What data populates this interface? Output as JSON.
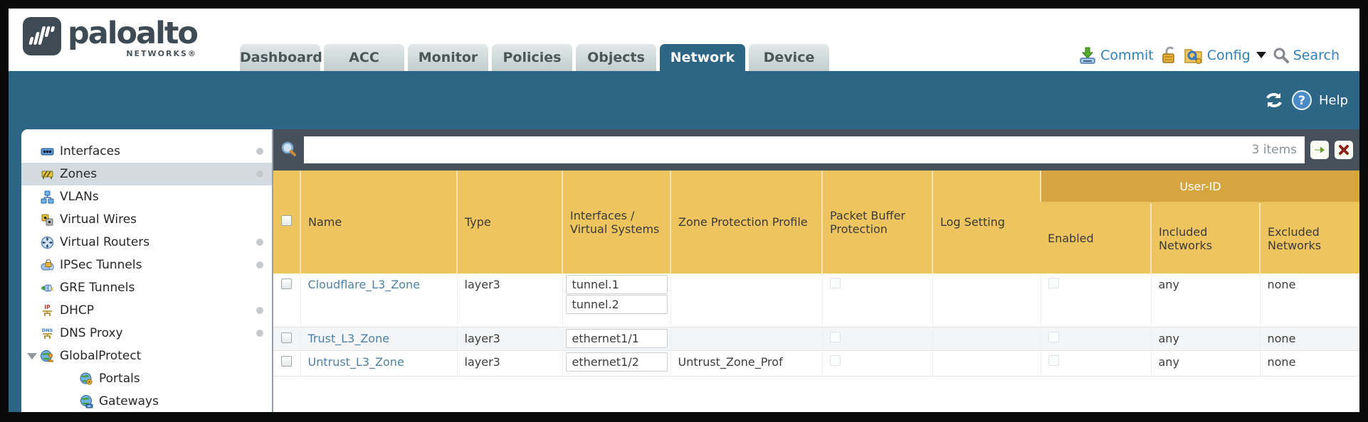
{
  "brand": {
    "name": "paloalto",
    "sub": "NETWORKS®"
  },
  "tabs": [
    {
      "label": "Dashboard",
      "active": false
    },
    {
      "label": "ACC",
      "active": false
    },
    {
      "label": "Monitor",
      "active": false
    },
    {
      "label": "Policies",
      "active": false
    },
    {
      "label": "Objects",
      "active": false
    },
    {
      "label": "Network",
      "active": true
    },
    {
      "label": "Device",
      "active": false
    }
  ],
  "toolbar": {
    "commit": "Commit",
    "config": "Config",
    "search": "Search"
  },
  "band": {
    "help": "Help"
  },
  "sidebar": {
    "items": [
      {
        "label": "Interfaces",
        "icon": "interfaces-icon",
        "dot": true
      },
      {
        "label": "Zones",
        "icon": "zones-icon",
        "dot": true,
        "selected": true
      },
      {
        "label": "VLANs",
        "icon": "vlans-icon",
        "dot": false
      },
      {
        "label": "Virtual Wires",
        "icon": "virtual-wires-icon",
        "dot": false
      },
      {
        "label": "Virtual Routers",
        "icon": "virtual-routers-icon",
        "dot": true
      },
      {
        "label": "IPSec Tunnels",
        "icon": "ipsec-tunnels-icon",
        "dot": true
      },
      {
        "label": "GRE Tunnels",
        "icon": "gre-tunnels-icon",
        "dot": false
      },
      {
        "label": "DHCP",
        "icon": "dhcp-icon",
        "dot": true
      },
      {
        "label": "DNS Proxy",
        "icon": "dns-proxy-icon",
        "dot": true
      },
      {
        "label": "GlobalProtect",
        "icon": "globalprotect-icon",
        "dot": false,
        "expanded": true
      },
      {
        "label": "Portals",
        "icon": "portals-icon",
        "indent": true
      },
      {
        "label": "Gateways",
        "icon": "gateways-icon",
        "indent": true
      }
    ]
  },
  "filterbar": {
    "value": "",
    "count": "3 items"
  },
  "table": {
    "group_header": "User-ID",
    "columns": {
      "name": "Name",
      "type": "Type",
      "interfaces": "Interfaces / Virtual Systems",
      "zpp": "Zone Protection Profile",
      "pbp": "Packet Buffer Protection",
      "log": "Log Setting",
      "enabled": "Enabled",
      "included": "Included Networks",
      "excluded": "Excluded Networks"
    },
    "rows": [
      {
        "name": "Cloudflare_L3_Zone",
        "type": "layer3",
        "if0": "tunnel.1",
        "if1": "tunnel.2",
        "zpp": "",
        "log": "",
        "included": "any",
        "excluded": "none"
      },
      {
        "name": "Trust_L3_Zone",
        "type": "layer3",
        "if0": "ethernet1/1",
        "zpp": "",
        "log": "",
        "included": "any",
        "excluded": "none"
      },
      {
        "name": "Untrust_L3_Zone",
        "type": "layer3",
        "if0": "ethernet1/2",
        "zpp": "Untrust_Zone_Prof",
        "log": "",
        "included": "any",
        "excluded": "none"
      }
    ]
  },
  "colors": {
    "teal": "#2d6585",
    "slate": "#47515c",
    "gold": "#eec45f",
    "gold_dark": "#d5a63f",
    "link": "#4e82a5",
    "tab_inactive": "#c9d3d3",
    "selected_item": "#d3dbe0"
  }
}
